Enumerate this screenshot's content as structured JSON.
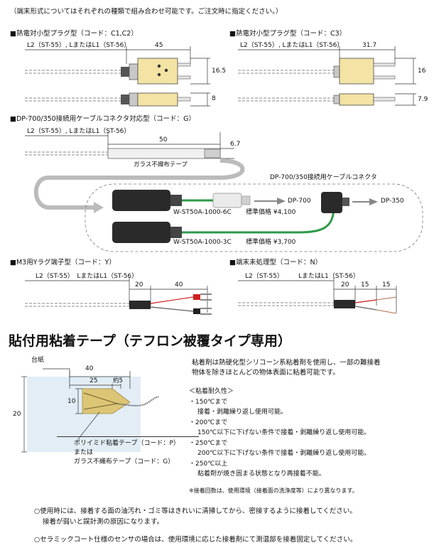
{
  "intro": "（端末形式についてはそれぞれの種類で組み合わせ可能です。ご注文時に指定ください。）",
  "sections": {
    "s1": {
      "title": "■熱電対小型プラグ型（コード：C1,C2）",
      "length_label": "L2（ST-55）, LまたはL1（ST-56）",
      "dim_width": "45",
      "dim_height": "16.5",
      "dim_thick": "8"
    },
    "s2": {
      "title": "■熱電対小型プラグ型（コード：C3）",
      "length_label": "L2（ST-55）, LまたはL1（ST-56）",
      "dim_width": "31.7",
      "dim_height": "16",
      "dim_thick": "7.9"
    },
    "s3": {
      "title": "■DP-700/350接続用ケーブルコネクタ対応型（コード：G）",
      "length_label": "L2（ST-55）, LまたはL1（ST-56）",
      "dim_width": "50",
      "dim_height": "6.7",
      "tape_label": "ガラス不織布テープ",
      "connector_title": "DP-700/350接続用ケーブルコネクタ",
      "dp700": "DP-700",
      "dp350": "DP-350",
      "cable1_model": "W-ST50A-1000-6C",
      "cable1_price": "標準価格 ¥4,100",
      "cable2_model": "W-ST50A-1000-3C",
      "cable2_price": "標準価格 ¥3,700"
    },
    "s4": {
      "title": "■M3用Yラグ端子型（コード：Y）",
      "length_label": "L2（ST-55）　LまたはL1（ST-56）",
      "dim_a": "20",
      "dim_b": "40"
    },
    "s5": {
      "title": "■端末未処理型（コード：N）",
      "length_label_a": "L2（ST-55）",
      "length_label_b": "LまたはL1（ST-56）",
      "dim_a": "20",
      "dim_b": "15",
      "dim_c": "15"
    }
  },
  "tape": {
    "heading": "貼付用粘着テープ（テフロン被覆タイプ専用）",
    "backing_label": "台紙",
    "dim_40": "40",
    "dim_25": "25",
    "dim_5": "約5",
    "dim_20": "20",
    "dim_10": "10",
    "label_p": "ポリイミド粘着テープ（コード：P）",
    "label_or": "または",
    "label_g": "ガラス不織布テープ（コード：G）",
    "desc_1": "粘着剤は熱硬化型シリコーン系粘着剤を使用し、一部の難接着",
    "desc_2": "物体を除きほとんどの物体表面に粘着可能です。",
    "durability_title": "＜粘着耐久性＞",
    "d1": "・150℃まで",
    "d1b": "接着・剥離繰り返し使用可能。",
    "d2": "・200℃まで",
    "d2b": "150℃以下に下げない条件で接着・剥離繰り返し使用可能。",
    "d3": "・250℃まで",
    "d3b": "200℃以下に下げない条件で接着・剥離繰り返し使用可能。",
    "d4": "・250℃以上",
    "d4b": "粘着剤が焼き固まる状態となり再接着不能。",
    "note": "※接着回数は、使用環境（接着面の洗浄度等）により異なります。"
  },
  "notes": {
    "n1a": "○使用時には、接着する面の油汚れ・ゴミ等はきれいに清掃してから、密接するように接着してください。",
    "n1b": "接着が弱いと誤計測の原因になります。",
    "n2": "○セラミックコート仕様のセンサの場合は、使用環境に応じた接着剤にて測温部を接着固定してください。"
  },
  "colors": {
    "plug_yellow": "#f3e3a4",
    "cable_green": "#2c9a4a",
    "lead_red": "#d02020"
  }
}
